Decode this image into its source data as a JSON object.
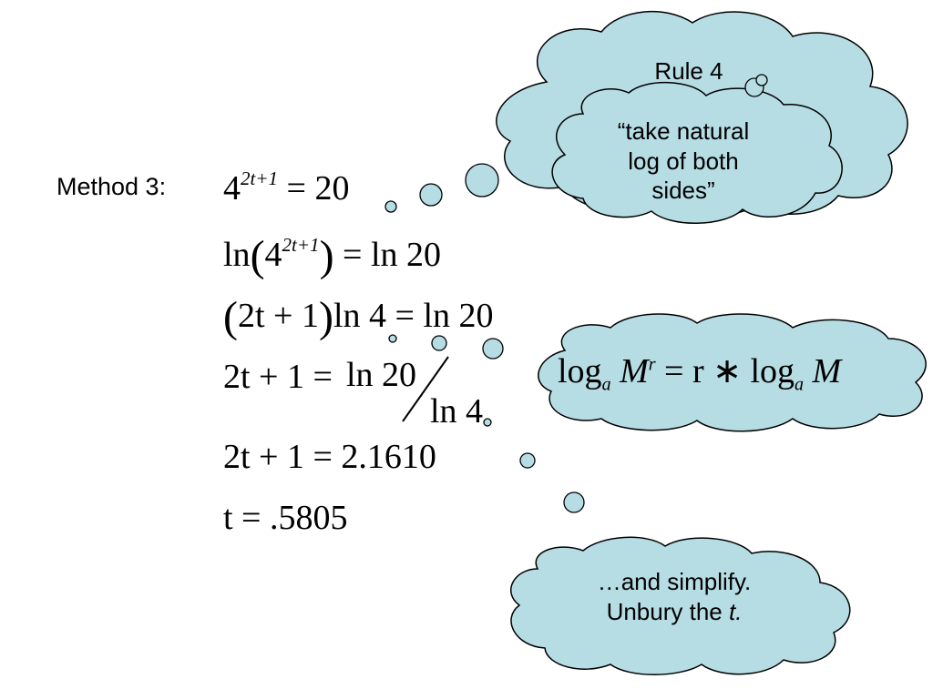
{
  "method_label": "Method 3:",
  "equations": {
    "eq1": {
      "base": "4",
      "exponent": "2t+1",
      "rhs": "= 20"
    },
    "eq2": {
      "ln": "ln",
      "base": "4",
      "exponent": "2t+1",
      "rhs": "= ln 20"
    },
    "eq3": {
      "lhs": "2t + 1",
      "rest": "ln 4 = ln 20"
    },
    "eq4": {
      "lhs": "2t + 1 =",
      "numerator": "ln 20",
      "denominator": "ln 4"
    },
    "eq5": {
      "text": "2t + 1 = 2.1610"
    },
    "eq6": {
      "text": "t = .5805"
    }
  },
  "clouds": {
    "rule": {
      "title": "Rule 4",
      "body_line1": "“take natural",
      "body_line2": "log of both",
      "body_line3": "sides”"
    },
    "formula": {
      "log1": "log",
      "sub1": "a",
      "M1": "M",
      "sup": "r",
      "mid": "= r ∗ log",
      "sub2": "a",
      "M2": "M"
    },
    "simplify": {
      "line1": "…and simplify.",
      "line2_prefix": "Unbury the",
      "line2_var": "t."
    }
  },
  "colors": {
    "cloud_fill": "#b7dde4",
    "cloud_stroke": "#000000"
  }
}
